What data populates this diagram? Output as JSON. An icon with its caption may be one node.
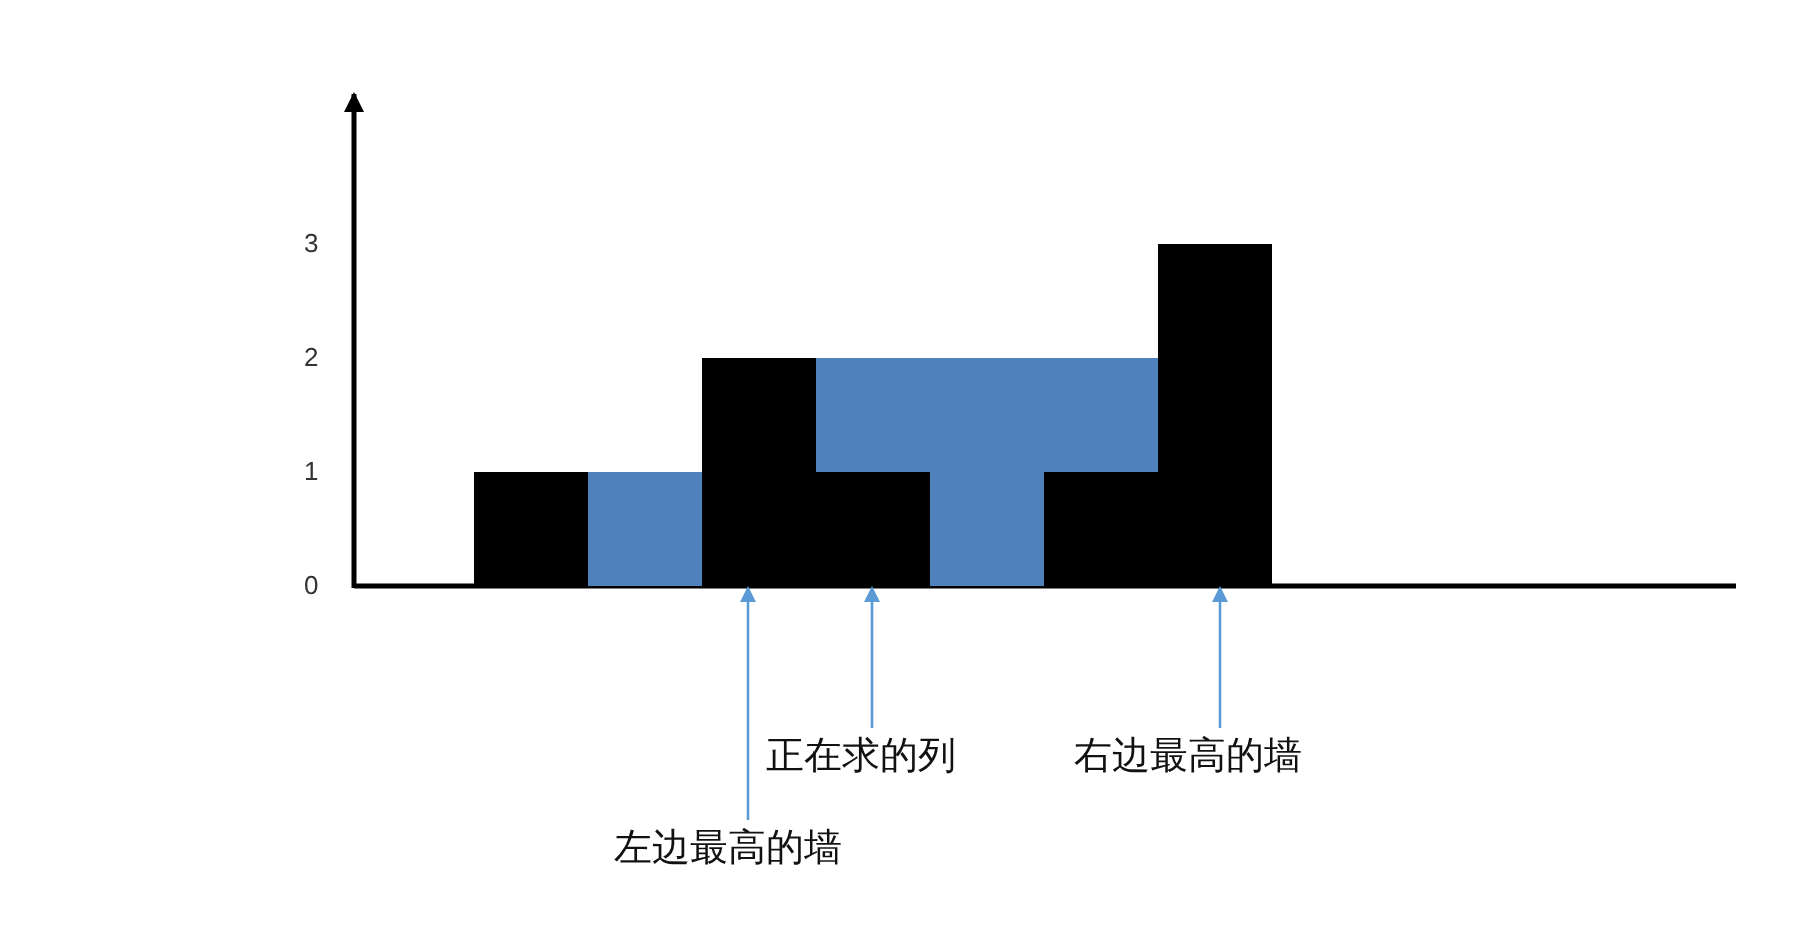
{
  "diagram": {
    "nodes": [
      {
        "text": [
          "正在求的列"
        ]
      },
      {
        "text": [
          "右边最高的墙"
        ]
      },
      {
        "text": [
          "左边最高的墙"
        ]
      },
      {
        "text": [],
        "shape": "bar"
      },
      {
        "text": [],
        "shape": "bar"
      },
      {
        "text": [],
        "shape": "bar"
      },
      {
        "text": [],
        "shape": "bar"
      },
      {
        "text": [],
        "shape": "bar"
      },
      {
        "text": [],
        "shape": "bar"
      },
      {
        "text": [],
        "shape": "bar"
      },
      {
        "text": [],
        "shape": "bar"
      },
      {
        "text": [],
        "shape": "bar"
      }
    ],
    "edges": [
      {
        "from": 0,
        "to": 6,
        "arrow": "to"
      },
      {
        "from": 1,
        "to": 11,
        "arrow": "to"
      },
      {
        "from": 2,
        "to": 5,
        "arrow": "to"
      }
    ],
    "labels": [
      "3",
      "2",
      "1",
      "0"
    ]
  }
}
